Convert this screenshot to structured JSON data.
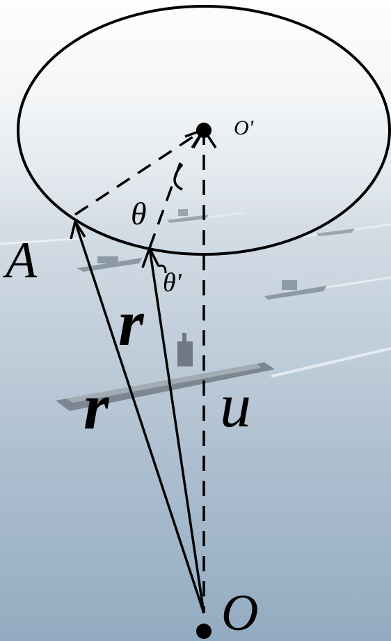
{
  "labels": {
    "point_A": "A",
    "point_O": "O",
    "point_O_prime": "O'",
    "angle_theta": "θ",
    "angle_theta_prime": "θ'",
    "vector_r_inner": "r",
    "vector_r_outer": "r",
    "vector_u": "u"
  },
  "colors": {
    "ink": "#000000",
    "sky_top": "#f4f5f6",
    "sea_mid": "#b9c8d6",
    "sea_bottom": "#8aa3bb"
  },
  "background": {
    "description_icon": "aircraft-carrier-fleet-photo"
  }
}
